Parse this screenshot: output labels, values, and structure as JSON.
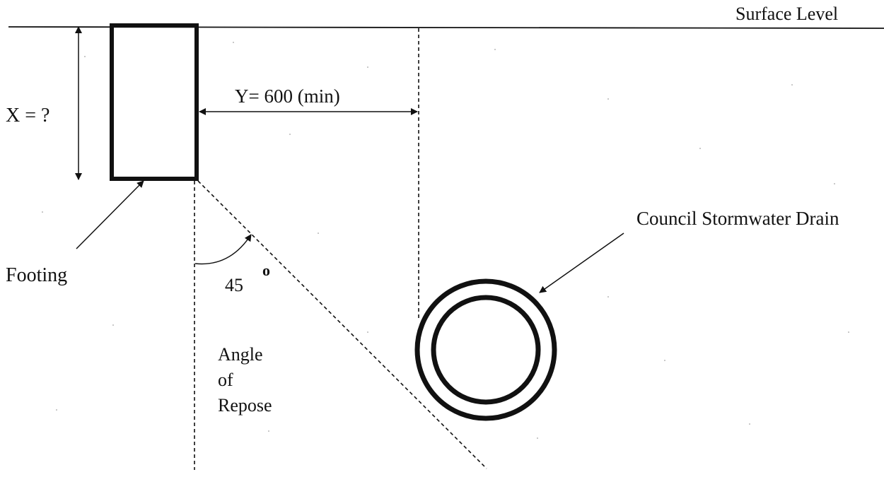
{
  "labels": {
    "surface_level": "Surface Level",
    "x_dimension": "X = ?",
    "y_dimension": "Y= 600 (min)",
    "footing": "Footing",
    "angle_value": "45",
    "degree_symbol": "o",
    "angle_of_repose_line1": "Angle",
    "angle_of_repose_line2": "of",
    "angle_of_repose_line3": "Repose",
    "stormwater_drain": "Council Stormwater Drain"
  },
  "values": {
    "clearance_min": 600,
    "repose_angle_deg": 45
  }
}
